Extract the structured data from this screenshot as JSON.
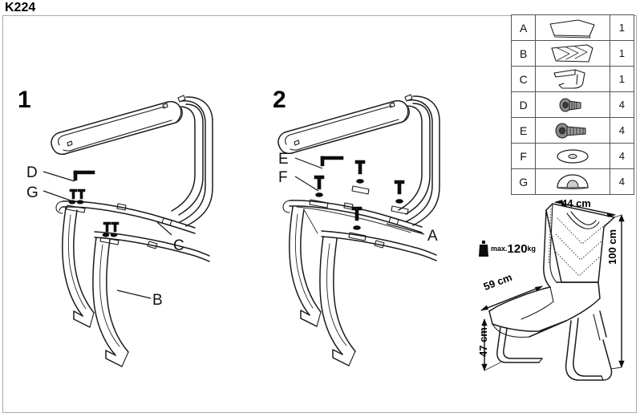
{
  "title": "K224",
  "parts_table": {
    "rows": [
      {
        "letter": "A",
        "icon": "seat-panel-icon",
        "qty": "1"
      },
      {
        "letter": "B",
        "icon": "backrest-panel-icon",
        "qty": "1"
      },
      {
        "letter": "C",
        "icon": "frame-bracket-icon",
        "qty": "1"
      },
      {
        "letter": "D",
        "icon": "short-bolt-icon",
        "qty": "4"
      },
      {
        "letter": "E",
        "icon": "long-bolt-icon",
        "qty": "4"
      },
      {
        "letter": "F",
        "icon": "washer-icon",
        "qty": "4"
      },
      {
        "letter": "G",
        "icon": "cap-cover-icon",
        "qty": "4"
      }
    ]
  },
  "steps": [
    {
      "number": "1",
      "labels": [
        {
          "id": "D",
          "text": "D"
        },
        {
          "id": "G",
          "text": "G"
        },
        {
          "id": "C",
          "text": "C"
        },
        {
          "id": "B",
          "text": "B"
        }
      ]
    },
    {
      "number": "2",
      "labels": [
        {
          "id": "E",
          "text": "E"
        },
        {
          "id": "F",
          "text": "F"
        },
        {
          "id": "A",
          "text": "A"
        }
      ]
    }
  ],
  "dimensions": {
    "width": "44 cm",
    "height": "100 cm",
    "depth": "59 cm",
    "seat": "47 cm"
  },
  "max_load": {
    "prefix": "max.",
    "value": "120",
    "unit": "kg"
  },
  "colors": {
    "line": "#1b1b1b",
    "table_border": "#555555",
    "frame_border": "#a9a9a9",
    "background": "#ffffff"
  }
}
